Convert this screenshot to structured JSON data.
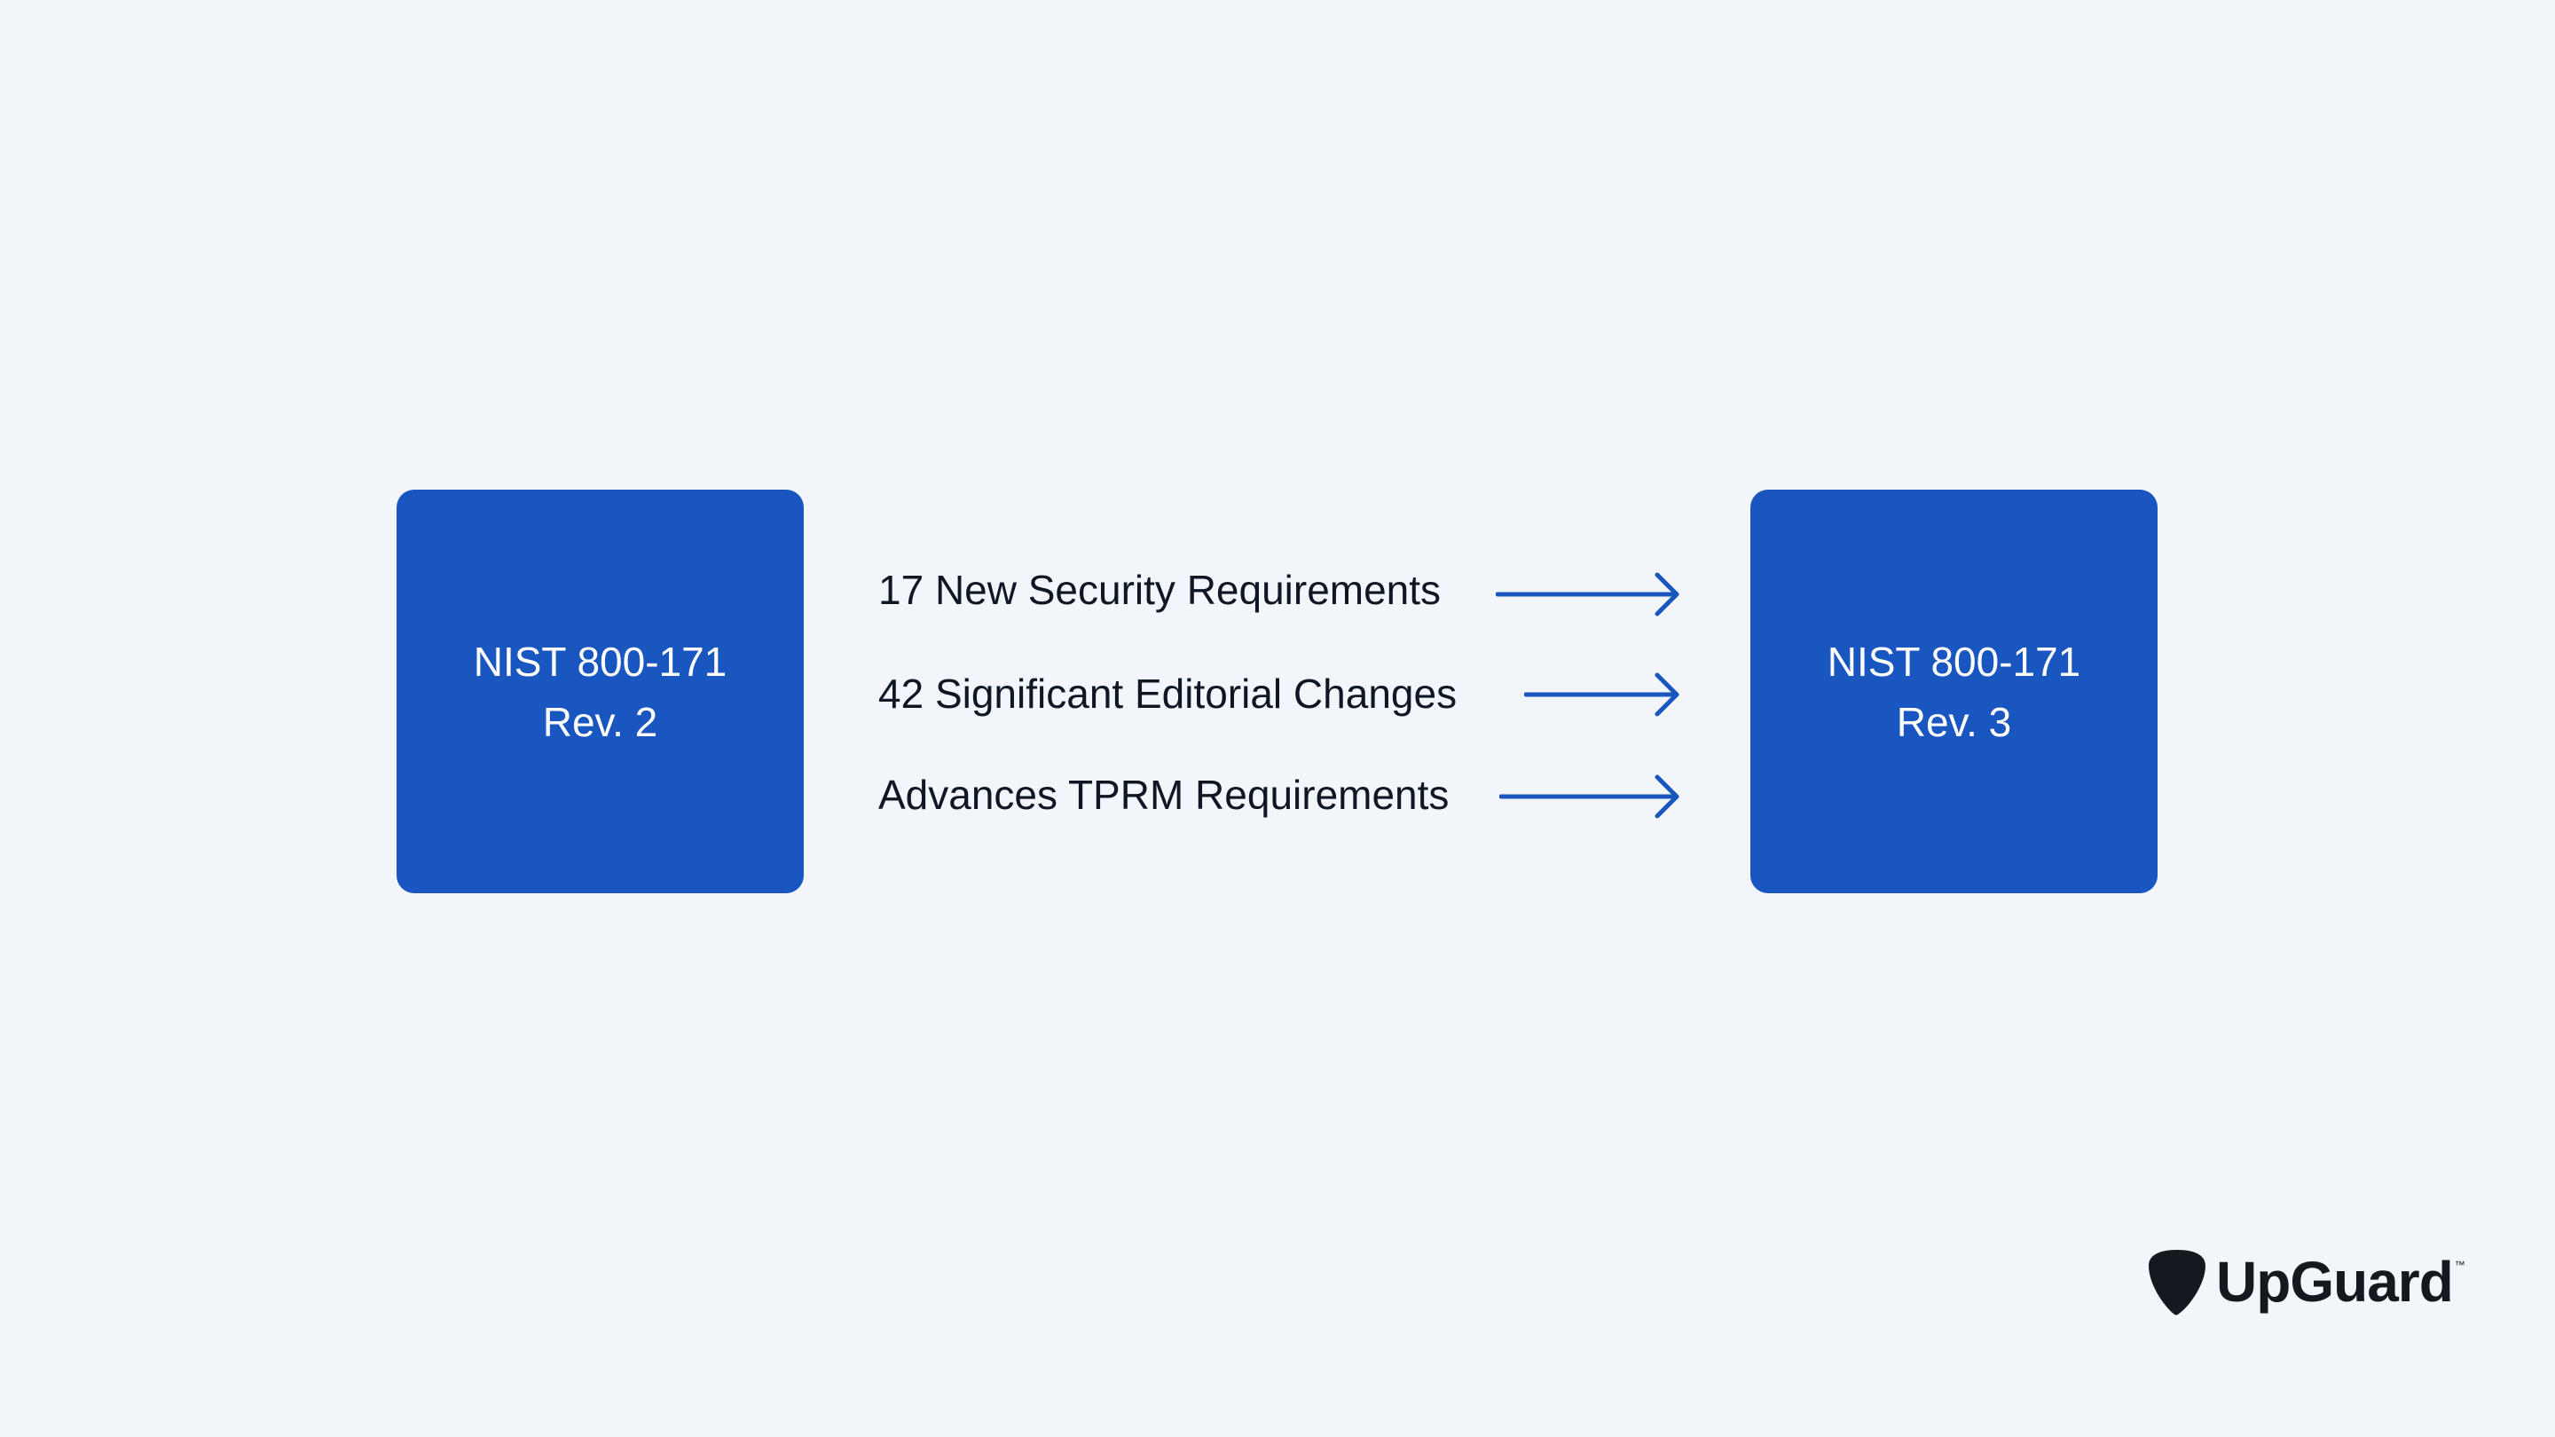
{
  "diagram": {
    "left_box": {
      "line1": "NIST 800-171",
      "line2": "Rev. 2"
    },
    "right_box": {
      "line1": "NIST 800-171",
      "line2": "Rev. 3"
    },
    "changes": [
      {
        "label": "17 New Security Requirements"
      },
      {
        "label": "42 Significant Editorial Changes"
      },
      {
        "label": "Advances TPRM Requirements"
      }
    ],
    "colors": {
      "background": "#F2F6FB",
      "box": "#1A56C0",
      "arrow": "#1A56C0",
      "text": "#0F1624"
    }
  },
  "logo": {
    "wordmark": "UpGuard",
    "trademark": "™",
    "icon": "guitar-pick-icon"
  }
}
